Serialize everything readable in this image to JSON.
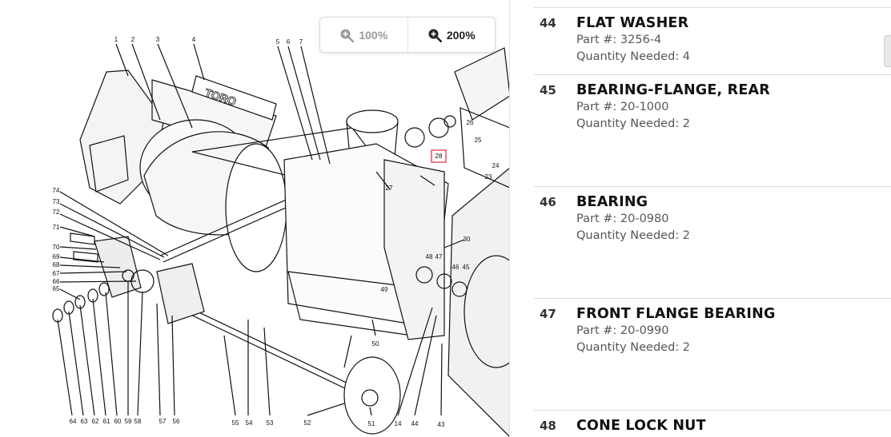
{
  "zoom": {
    "options": [
      {
        "label": "100%",
        "state": "inactive"
      },
      {
        "label": "200%",
        "state": "active"
      }
    ]
  },
  "diagram": {
    "callouts": [
      "1",
      "2",
      "3",
      "4",
      "5",
      "6",
      "7",
      "74",
      "73",
      "72",
      "71",
      "70",
      "69",
      "68",
      "67",
      "66",
      "65",
      "64",
      "63",
      "62",
      "61",
      "60",
      "59",
      "58",
      "57",
      "56",
      "55",
      "54",
      "53",
      "52",
      "51",
      "50",
      "49",
      "48",
      "47",
      "46",
      "45",
      "44",
      "43",
      "30",
      "28",
      "27",
      "26",
      "25",
      "24",
      "23",
      "14"
    ],
    "selected_callout": "28",
    "brand_text": "TORO",
    "colors": {
      "selected": "#d0021b",
      "line": "#111111"
    }
  },
  "parts": [
    {
      "number": "44",
      "name": "FLAT WASHER",
      "part_label": "Part #:",
      "part_no": "3256-4",
      "qty_label": "Quantity Needed:",
      "qty": "4"
    },
    {
      "number": "45",
      "name": "BEARING-FLANGE, REAR",
      "part_label": "Part #:",
      "part_no": "20-1000",
      "qty_label": "Quantity Needed:",
      "qty": "2"
    },
    {
      "number": "46",
      "name": "BEARING",
      "part_label": "Part #:",
      "part_no": "20-0980",
      "qty_label": "Quantity Needed:",
      "qty": "2"
    },
    {
      "number": "47",
      "name": "FRONT FLANGE BEARING",
      "part_label": "Part #:",
      "part_no": "20-0990",
      "qty_label": "Quantity Needed:",
      "qty": "2"
    },
    {
      "number": "48",
      "name": "CONE LOCK NUT"
    }
  ]
}
